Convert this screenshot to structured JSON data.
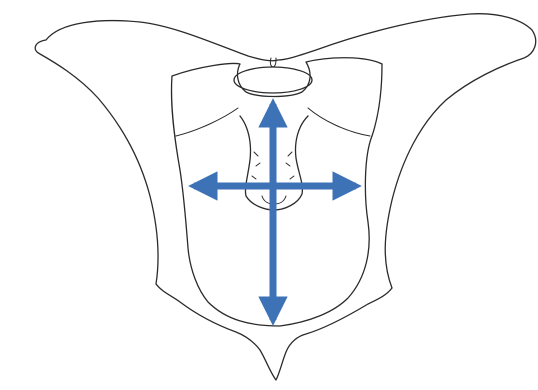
{
  "figure": {
    "subject": "pelvis-outline-line-drawing",
    "measurement_lines": [
      "pelvic-inlet-transverse-diameter",
      "pelvic-inlet-vertical-diameter"
    ],
    "colors": {
      "background": "#ffffff",
      "outline": "#2b2b2b",
      "arrow": "#3d72b7"
    }
  }
}
